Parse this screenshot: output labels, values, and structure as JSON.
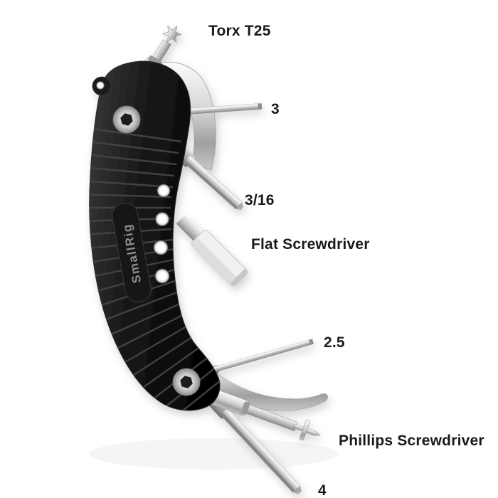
{
  "scene": {
    "background_color": "#ffffff"
  },
  "product": {
    "brand": "SmallRig",
    "body_color": "#161616",
    "metal_color": "#c9c9c9",
    "label_text_color": "#1a1a1a"
  },
  "labels": {
    "torx": "Torx T25",
    "hex_3": "3",
    "hex_3_16": "3/16",
    "flat": "Flat Screwdriver",
    "hex_2_5": "2.5",
    "phillips": "Phillips Screwdriver",
    "hex_4": "4"
  }
}
